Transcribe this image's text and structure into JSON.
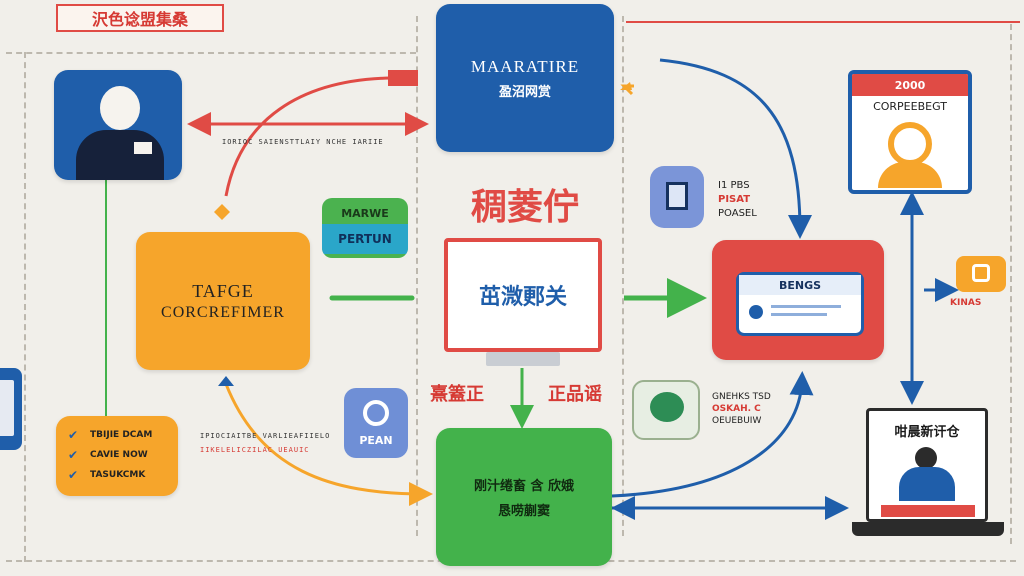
{
  "header": {
    "tag_label": "沢色谂盟集桑"
  },
  "nodes": {
    "marketing": {
      "title": "MAARATIRE",
      "subtitle": "盈沼网赏"
    },
    "target": {
      "line1": "TAFGE",
      "line2": "CORCREFIMER"
    },
    "center": {
      "heading": "稠菱佇",
      "screen_text": "茁溦郠关",
      "label_left": "熹篕正",
      "label_right": "正品谣"
    },
    "action": {
      "line1": "刚汁绻畜 含 欣娥",
      "line2": "恳唠蒯窦"
    },
    "person_badge": {
      "line1": "MARWE",
      "line2": "PERTUN"
    },
    "pean_badge": {
      "label": "PEAN"
    },
    "bengs": {
      "label": "BENGS"
    },
    "result": {
      "year": "2000",
      "title": "CORPEEBEGT"
    },
    "meeting": {
      "title": "咁晨新讦仓"
    },
    "right_small": {
      "label": "KINAS"
    }
  },
  "texts": {
    "arrow_caption": "IORIOC SAIENSTTLAIY NCHE IARIIE",
    "side_top": [
      "I1 PBS",
      "PISAT",
      "POASEL"
    ],
    "side_mid": [
      "GNEHKS TSD",
      "OSKAH. C",
      "OEUEBUIW"
    ],
    "under_caption_1": "IPIOCIAITBE VARLIEAFIIELO",
    "under_caption_2": "IIKELELICZILAC UEAUIC"
  },
  "checklist": [
    "TBIJIE DCAM",
    "CAVIE NOW",
    "TASUKCMK"
  ],
  "colors": {
    "blue": "#1f5eaa",
    "orange": "#f6a52b",
    "green": "#43b24b",
    "red": "#e04b45"
  }
}
